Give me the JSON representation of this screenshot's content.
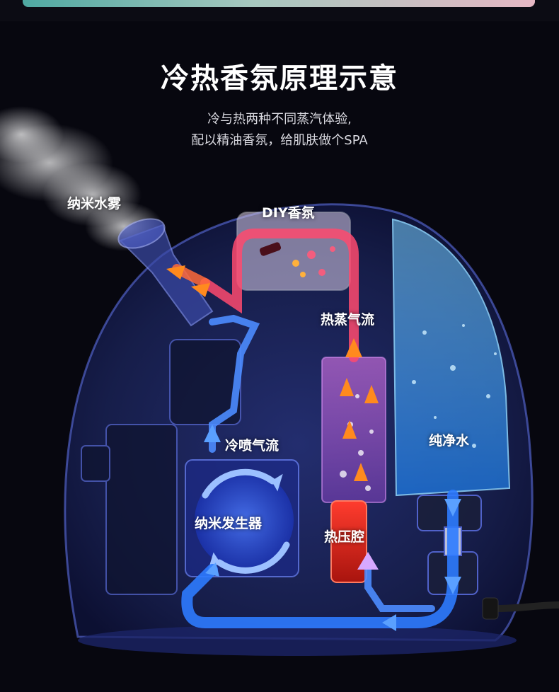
{
  "header": {
    "title": "冷热香氛原理示意",
    "subtitle_line1": "冷与热两种不同蒸汽体验,",
    "subtitle_line2": "配以精油香氛，给肌肤做个SPA"
  },
  "labels": {
    "nano_mist": "纳米水雾",
    "diy_aroma": "DIY香氛",
    "hot_steam_flow": "热蒸气流",
    "cold_spray_flow": "冷喷气流",
    "pure_water": "纯净水",
    "nano_generator": "纳米发生器",
    "heat_chamber": "热压腔"
  },
  "colors": {
    "background": "#07070f",
    "hot_flow": "#ff4a6e",
    "cold_flow": "#2e7bff",
    "arrow_orange": "#ff8a1e",
    "water": "#37a6ff",
    "housing": "#2b3a8c"
  }
}
